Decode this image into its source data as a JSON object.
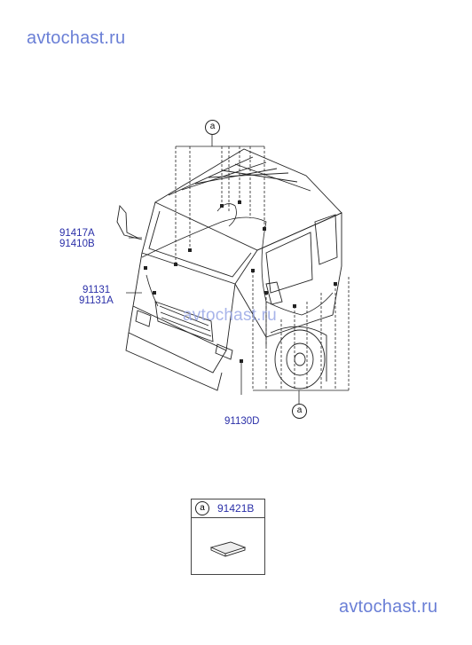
{
  "watermarks": {
    "top": "avtochast.ru",
    "middle": "avtochast.ru",
    "bottom": "avtochast.ru"
  },
  "callouts": {
    "top": "a",
    "bottom": "a"
  },
  "parts": {
    "mirror_a": "91417A",
    "mirror_b": "91410B",
    "front_a": "91131",
    "front_b": "91131A",
    "bumper": "91130D"
  },
  "legend": {
    "callout": "a",
    "part": "91421B"
  }
}
